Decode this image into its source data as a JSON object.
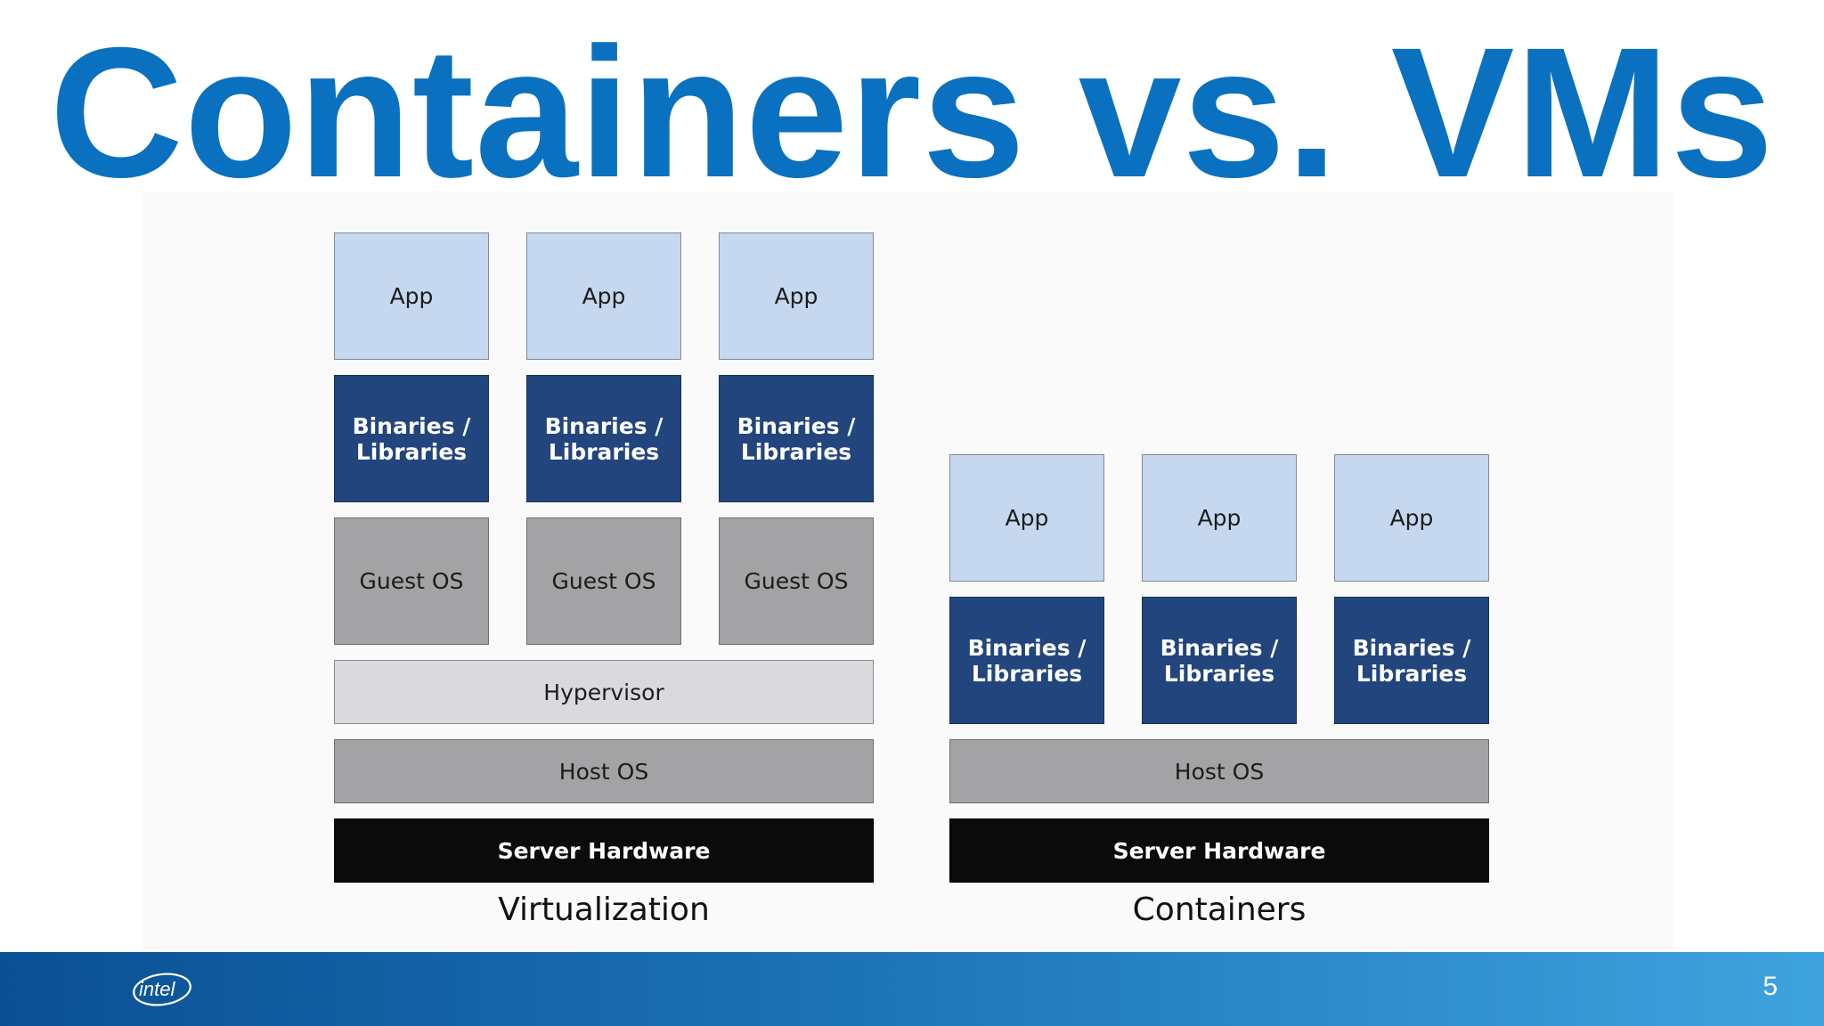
{
  "title": "Containers vs. VMs",
  "virtualization": {
    "caption": "Virtualization",
    "apps": [
      "App",
      "App",
      "App"
    ],
    "binaries": [
      "Binaries /\nLibraries",
      "Binaries /\nLibraries",
      "Binaries /\nLibraries"
    ],
    "guest_os": [
      "Guest OS",
      "Guest OS",
      "Guest OS"
    ],
    "hypervisor": "Hypervisor",
    "host_os": "Host OS",
    "hardware": "Server Hardware"
  },
  "containers": {
    "caption": "Containers",
    "apps": [
      "App",
      "App",
      "App"
    ],
    "binaries": [
      "Binaries /\nLibraries",
      "Binaries /\nLibraries",
      "Binaries /\nLibraries"
    ],
    "host_os": "Host OS",
    "hardware": "Server Hardware"
  },
  "footer": {
    "logo_text": "intel",
    "page_number": "5"
  },
  "colors": {
    "title": "#0a71c0",
    "app": "#c6d8ef",
    "binaries": "#21457c",
    "guest_os": "#a3a3a6",
    "hypervisor": "#dadade",
    "host_os": "#a3a3a6",
    "hardware": "#0b0b0c"
  }
}
